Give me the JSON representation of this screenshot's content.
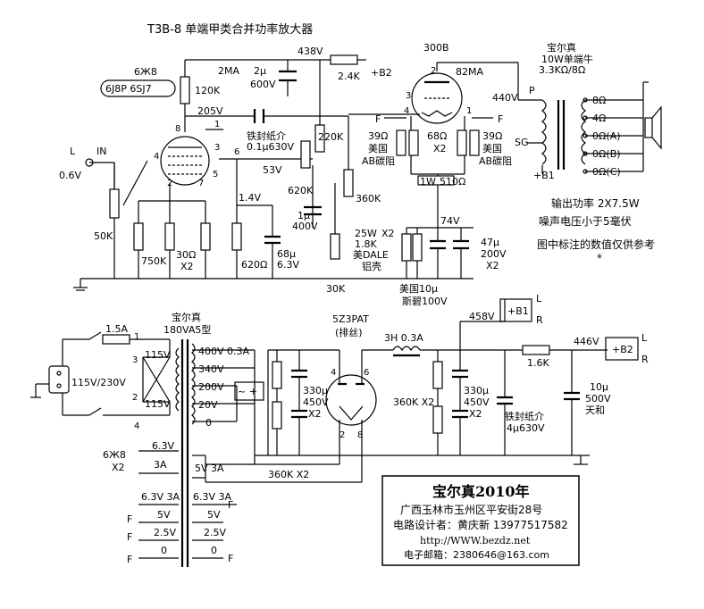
{
  "title": "T3B-8 单端甲类合并功率放大器",
  "tube_driver": {
    "name": "6Ж8",
    "equiv": "6J8P 6SJ7",
    "pins": [
      "8",
      "1",
      "3",
      "4",
      "6",
      "2",
      "7",
      "5"
    ]
  },
  "tube_output": {
    "name": "300B",
    "pins": [
      "2",
      "3",
      "4",
      "1"
    ]
  },
  "rectifier": {
    "name": "5Z3PAT",
    "note": "(排丝)",
    "pins": [
      "4",
      "6",
      "2",
      "8"
    ]
  },
  "input": {
    "label_l": "L",
    "label_in": "IN",
    "level": "0.6V"
  },
  "volts": {
    "v438": "438V",
    "v205": "205V",
    "v53": "53V",
    "v14": "1.4V",
    "v440": "440V",
    "v74": "74V",
    "v458": "458V",
    "v446": "446V",
    "b2": "+B2",
    "b1": "+B1",
    "ma2": "2MA",
    "ma82": "82MA"
  },
  "resistors": {
    "r120k": "120K",
    "r24k": "2.4K",
    "r220k": "220K",
    "r620k": "620K",
    "r360k": "360K",
    "r50k": "50K",
    "r750k": "750K",
    "r30": "30Ω",
    "r30x2": "X2",
    "r620": "620Ω",
    "r39a": "39Ω",
    "r68": "68Ω",
    "r68x2": "X2",
    "r39b": "39Ω",
    "us1": "美国",
    "us2": "美国",
    "ab1": "AB碳阻",
    "ab2": "AB碳阻",
    "r1w": "1W",
    "r510": "510Ω",
    "r30k": "30K",
    "dale1": "25W",
    "dale2": "1.8K",
    "dale3": "X2",
    "dale4": "美DALE",
    "dale5": "铝壳",
    "r16k": "1.6K",
    "r360kx2a": "360K X2",
    "r360kx2b": "360K X2"
  },
  "caps": {
    "c2u": "2μ",
    "c600": "600V",
    "coupling": "铁封纸介",
    "coupling_val": "0.1μ630V",
    "c1u": "1μ",
    "c400": "400V",
    "c68": "68μ",
    "c63": "6.3V",
    "c47": "47μ",
    "c200": "200V",
    "c47x2": "X2",
    "us10u": "美国10μ",
    "sibi": "斯碧100V",
    "c330a": "330μ",
    "c450a": "450V",
    "cx2a": "X2",
    "c330b": "330μ",
    "c450b": "450V",
    "cx2b": "X2",
    "paper": "铁封纸介",
    "paper_val": "4μ630V",
    "c10u": "10μ",
    "c500": "500V",
    "tianhe": "天和"
  },
  "output_xfmr": {
    "brand": "宝尔真",
    "spec": "10W单端牛",
    "imp": "3.3KΩ/8Ω",
    "taps": [
      "8Ω",
      "4Ω",
      "0Ω(A)",
      "0Ω(B)",
      "0Ω(C)"
    ],
    "p": "P",
    "sg": "SG",
    "b1": "+B1",
    "f1": "F",
    "f2": "F",
    "p4": "4",
    "p1": "1"
  },
  "specs": {
    "power": "输出功率  2X7.5W",
    "noise": "噪声电压小于5毫伏",
    "note": "图中标注的数值仅供参考",
    "star": "*"
  },
  "power_xfmr": {
    "brand": "宝尔真",
    "model": "180VA5型",
    "fuse": "1.5A",
    "mains": "115V/230V",
    "p115a": "115V",
    "p115b": "115V",
    "pins": [
      "1",
      "3",
      "2",
      "4"
    ],
    "sec": [
      "400V 0.3A",
      "340V",
      "200V",
      "20V",
      "0"
    ],
    "fil_label": "6Ж8",
    "fil_x2": "X2",
    "fil_v": "6.3V",
    "fil_a": "3A",
    "w5v": "5V  3A",
    "f63": "6.3V 3A",
    "f63b": "6.3V 3A",
    "f5v": "5V",
    "f25": "2.5V",
    "f0": "0",
    "g5v": "5V",
    "g25": "2.5V",
    "g0": "0",
    "fl": [
      "F",
      "F",
      "F"
    ]
  },
  "choke": "3H 0.3A",
  "outputs": {
    "l": "L",
    "r": "R",
    "l2": "L",
    "r2": "R"
  },
  "credit": {
    "year": "宝尔真2010年",
    "addr": "广西玉林市玉州区平安街28号",
    "designer": "电路设计者：黄庆新 13977517582",
    "url": "http://WWW.bezdz.net",
    "email": "电子邮箱：2380646@163.com"
  }
}
